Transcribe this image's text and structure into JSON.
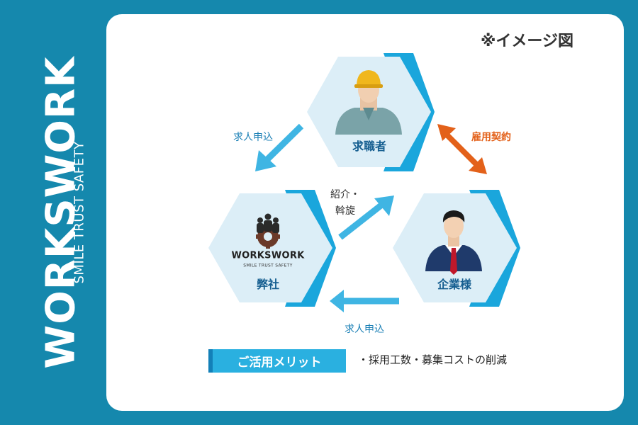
{
  "brand": {
    "title": "WORKSWORK",
    "subtitle": "SMILE TRUST SAFETY"
  },
  "note": "※イメージ図",
  "nodes": {
    "jobseeker": "求職者",
    "company_self": "弊社",
    "client": "企業様"
  },
  "arrows": {
    "apply_top": "求人申込",
    "employment": "雇用契約",
    "intro_line1": "紹介・",
    "intro_line2": "斡旋",
    "apply_bottom": "求人申込"
  },
  "logo": {
    "word": "WORKSWORK",
    "sub": "SMILE TRUST SAFETY"
  },
  "merit": {
    "label": "ご活用メリット",
    "text": "・採用工数・募集コストの削減"
  },
  "colors": {
    "background": "#1588ad",
    "card": "#ffffff",
    "hex_fill": "#dceef7",
    "hex_accent": "#1aa6dc",
    "arrow_blue": "#3fb5e3",
    "arrow_orange": "#e3611a"
  }
}
